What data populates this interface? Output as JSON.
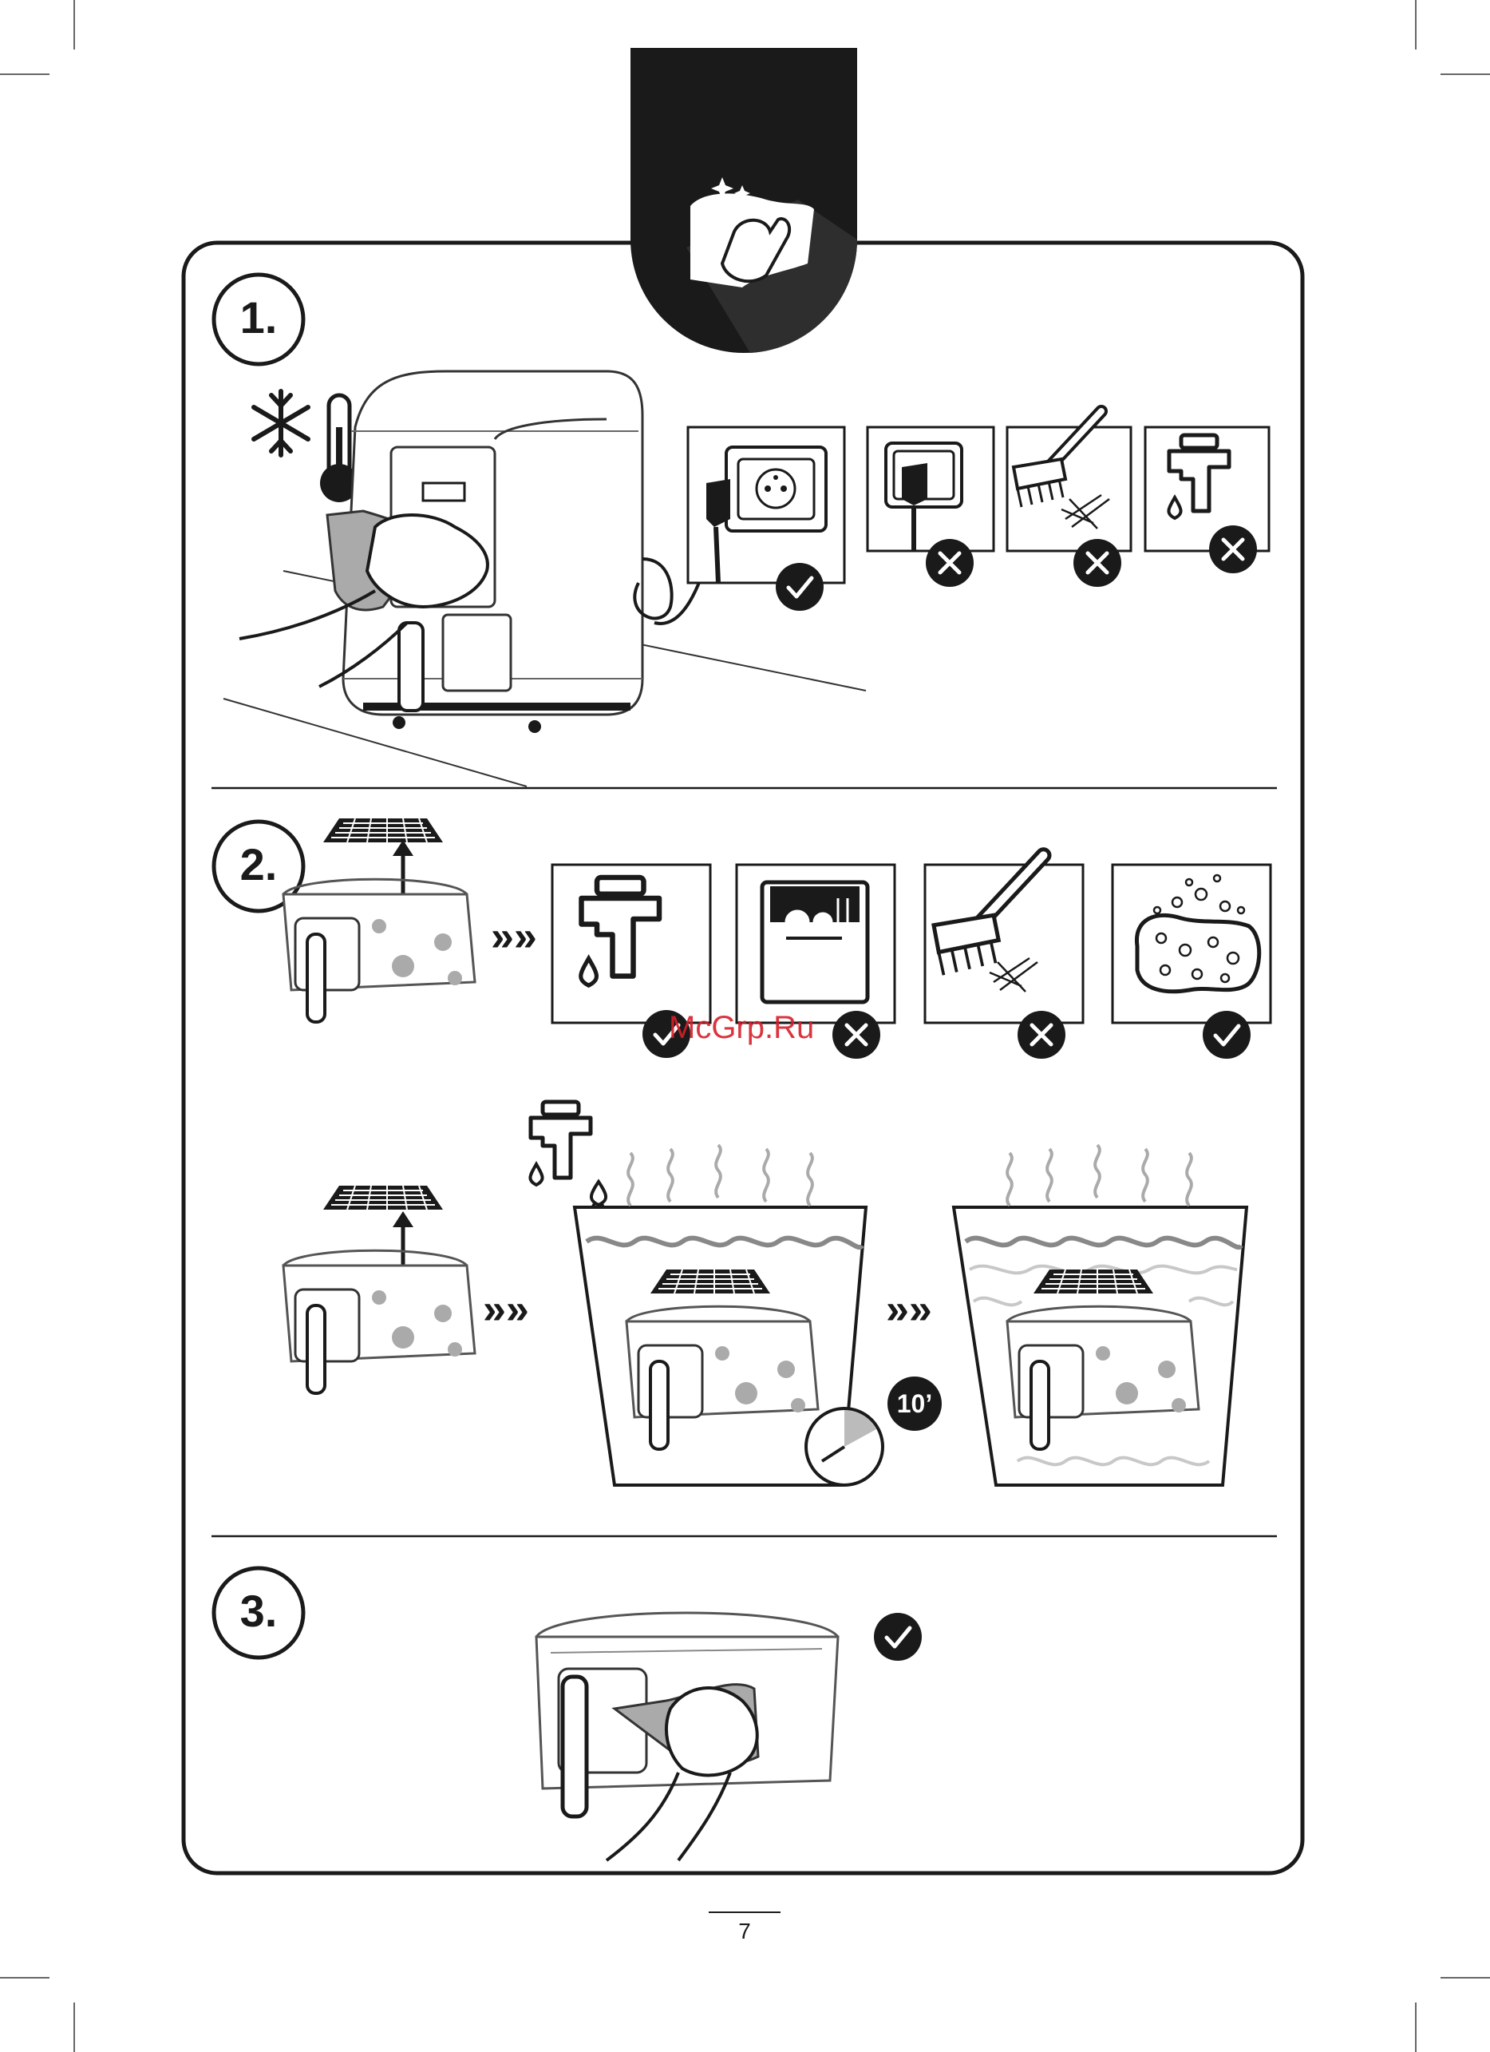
{
  "steps": {
    "s1": "1.",
    "s2": "2.",
    "s3": "3."
  },
  "timer": "10’",
  "watermark": "McGrp.Ru",
  "page_number": "7",
  "colors": {
    "ink": "#1a1a1a",
    "grey": "#9a9a9a",
    "light": "#c8c8c8",
    "watermark": "#d6202b"
  },
  "icons": [
    "cleaning-hand-icon",
    "snowflake-icon",
    "thermometer-icon",
    "plug-socket-icon",
    "brush-icon",
    "faucet-icon",
    "dishwasher-icon",
    "sponge-icon",
    "check-icon",
    "cross-icon",
    "steam-icon",
    "timer-icon"
  ]
}
